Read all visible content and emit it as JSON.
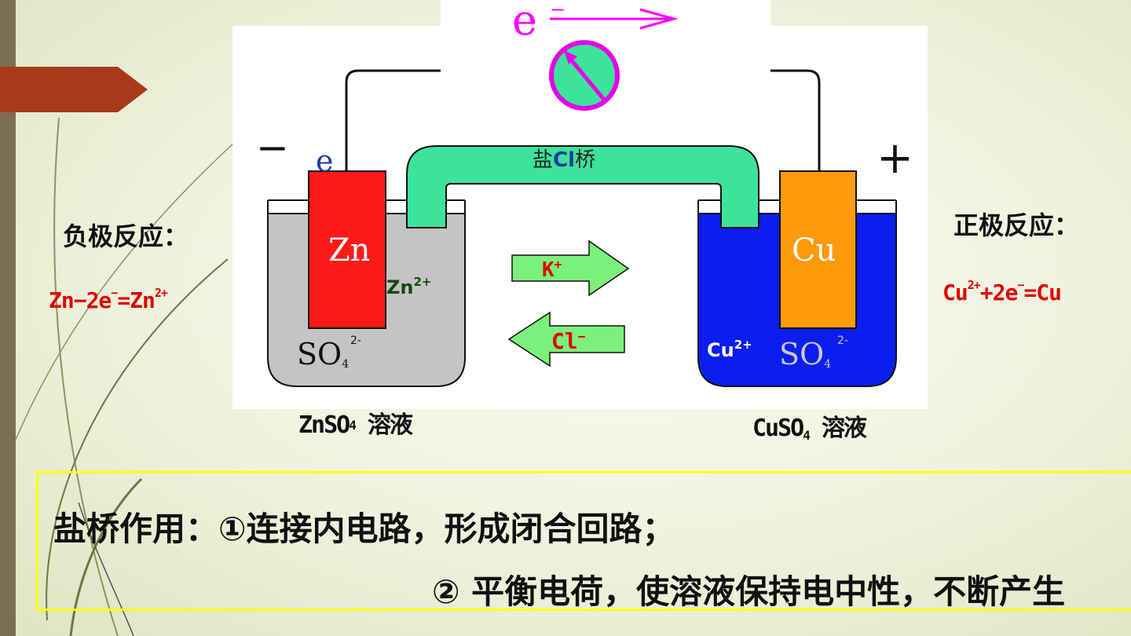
{
  "slide": {
    "negative_reaction_label": "负极反应：",
    "positive_reaction_label": "正极反应：",
    "negative_equation": {
      "lhs": "Zn−2e",
      "e_charge": "−",
      "mid": "=Zn",
      "ion_charge": "2+"
    },
    "positive_equation": {
      "lhs": "Cu",
      "ion_charge": "2+",
      "mid": "+2e",
      "e_charge": "−",
      "rhs": "=Cu"
    }
  },
  "diagram": {
    "electron_symbol": "e",
    "electron_charge": "−",
    "negative_sign": "−",
    "positive_sign": "+",
    "electron_small": "e",
    "salt_bridge_label": "盐",
    "salt_bridge_ion": "Cl",
    "salt_bridge_label2": "桥",
    "zn_electrode": "Zn",
    "cu_electrode": "Cu",
    "zn_ion": "Zn",
    "zn_ion_charge": "2+",
    "cu_ion": "Cu",
    "cu_ion_charge": "2+",
    "sulfate": "SO",
    "sulfate_sub": "4",
    "sulfate_charge": "2-",
    "k_ion": "K",
    "k_charge": "+",
    "cl_ion": "Cl",
    "cl_charge": "−"
  },
  "labels": {
    "znso4_a": "ZnSO",
    "znso4_sub": "4",
    "znso4_b": " 溶液",
    "cuso4_a": "CuSO",
    "cuso4_sub": "4",
    "cuso4_b": " 溶液"
  },
  "note": {
    "line1": "盐桥作用：①连接内电路，形成闭合回路；",
    "line2": "② 平衡电荷，使溶液保持电中性，不断产生"
  },
  "colors": {
    "accent_tab": "#a83a1a",
    "salt_bridge": "#3de39b",
    "zn_electrode": "#ff1a1a",
    "cu_electrode": "#ff9a0a",
    "cuso4_solution": "#0a1ef0",
    "znso4_solution": "#c4c4c4",
    "note_border": "#ffff00",
    "equation_text": "#e00000"
  }
}
